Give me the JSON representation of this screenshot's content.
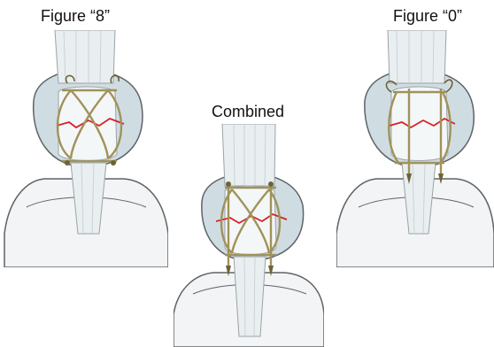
{
  "labels": {
    "left": "Figure “8”",
    "middle": "Combined",
    "right": "Figure “0”"
  },
  "colors": {
    "bone_fill": "#f2f4f5",
    "bone_stroke": "#5e6366",
    "patella_fill": "#cfdde3",
    "tendon_fill": "#e9eef0",
    "wire": "#a0925a",
    "wire_dark": "#6e6238",
    "fracture": "#d8202a"
  }
}
